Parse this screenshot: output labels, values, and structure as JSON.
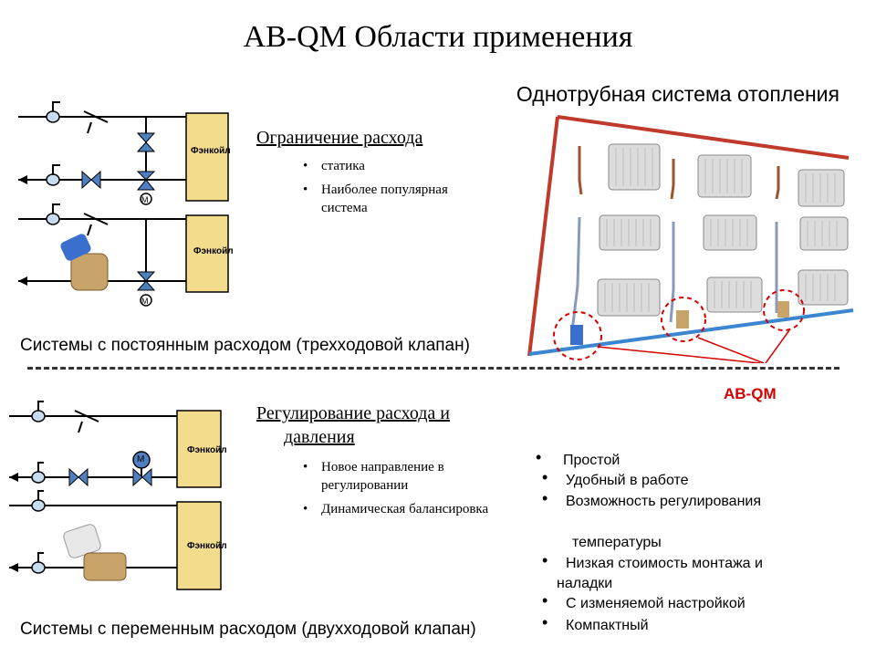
{
  "title": "AB-QM Области применения",
  "one_pipe": {
    "title": "Однотрубная система отопления",
    "abqm_label": "AB-QM"
  },
  "fancoil_label": "Фэнкойл",
  "motor_label": "M",
  "section_const": {
    "heading": "Ограничение расхода",
    "bullets": [
      "статика",
      "Наиболее популярная",
      "система"
    ],
    "caption": "Системы с постоянным расходом (трехходовой клапан)"
  },
  "section_var": {
    "heading_line1": "Регулирование расхода и",
    "heading_line2": "давления",
    "bullets": [
      "Новое направление в",
      "регулировании",
      "Динамическая балансировка"
    ],
    "caption": "Системы с переменным расходом (двухходовой клапан)"
  },
  "features": [
    "Простой",
    "Удобный в работе",
    "Возможность регулирования",
    "температуры",
    "Низкая стоимость монтажа и",
    "наладки",
    "С изменяемой настройкой",
    "Компактный"
  ],
  "colors": {
    "fancoil_fill": "#f3dd8c",
    "abqm_red": "#d40000",
    "supply_pipe": "#c0392b",
    "return_pipe": "#3a86d1",
    "valve_blue": "#4f7fc0"
  }
}
